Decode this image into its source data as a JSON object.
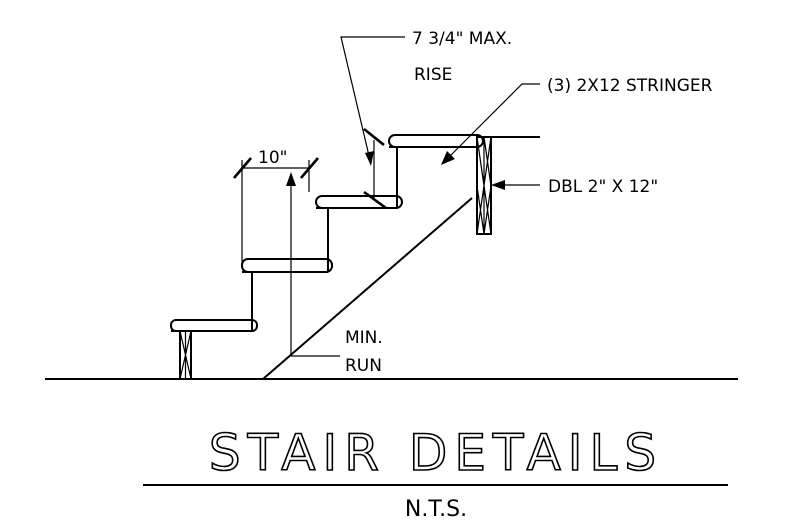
{
  "diagram": {
    "labels": {
      "rise_line1": "7 3/4\" MAX.",
      "rise_line2": "RISE",
      "stringer": "(3) 2X12 STRINGER",
      "tread_width": "10\"",
      "run_line1": "MIN.",
      "run_line2": "RUN",
      "header": "DBL 2\" X 12\""
    },
    "title": "STAIR DETAILS",
    "subtitle": "N.T.S."
  }
}
